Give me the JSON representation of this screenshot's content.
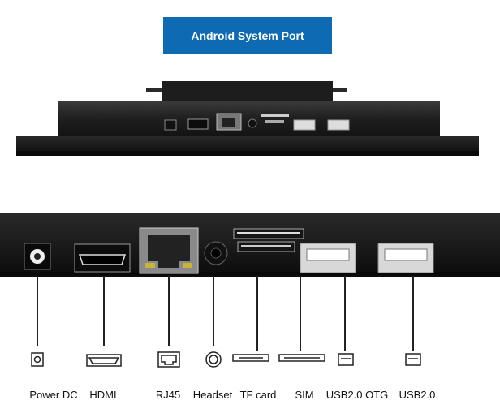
{
  "header": {
    "title": "Android System Port"
  },
  "ports": [
    {
      "id": "power-dc",
      "label": "Power DC",
      "icon": "power-dc-icon"
    },
    {
      "id": "hdmi",
      "label": "HDMI",
      "icon": "hdmi-icon"
    },
    {
      "id": "rj45",
      "label": "RJ45",
      "icon": "rj45-icon"
    },
    {
      "id": "headset",
      "label": "Headset",
      "icon": "headset-icon"
    },
    {
      "id": "tf-card",
      "label": "TF card",
      "icon": "tf-card-icon"
    },
    {
      "id": "sim",
      "label": "SIM",
      "icon": "sim-icon"
    },
    {
      "id": "usb-otg",
      "label": "USB2.0 OTG",
      "icon": "usb-icon"
    },
    {
      "id": "usb",
      "label": "USB2.0",
      "icon": "usb-icon"
    }
  ],
  "colors": {
    "title_bg": "#0f6ab4",
    "device_body": "#1a1a1a",
    "rj45_led": "#c9b43a"
  }
}
